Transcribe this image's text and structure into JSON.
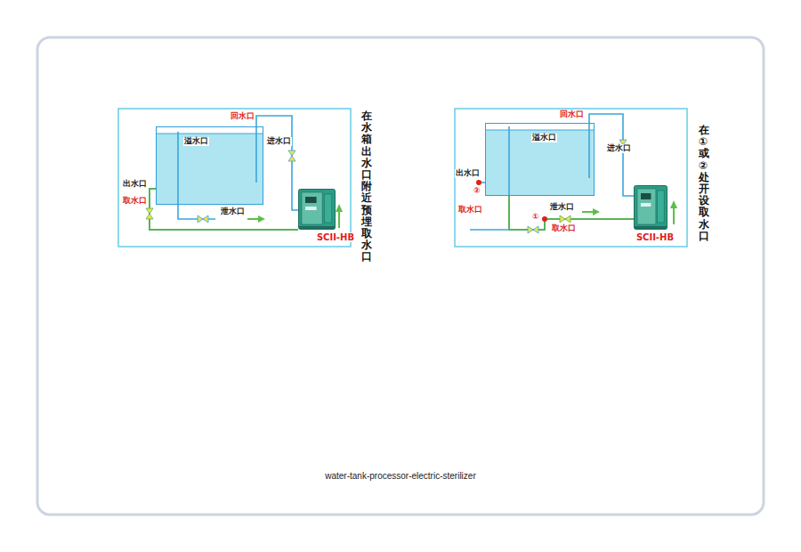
{
  "diagram": {
    "caption": "water-tank-processor-electric-sterilizer",
    "nodes": [
      {
        "text": [
          "溢水口"
        ]
      },
      {
        "text": [
          "SCII-HB"
        ]
      },
      {
        "text": [
          "溢水口"
        ]
      },
      {
        "text": [
          "SCII-HB"
        ]
      }
    ],
    "edges": [
      {
        "from": 0,
        "to": 1,
        "arrow": "none"
      },
      {
        "from": 1,
        "to": 0,
        "arrow": "none"
      },
      {
        "from": 2,
        "to": 3,
        "arrow": "none"
      },
      {
        "from": 3,
        "to": 2,
        "arrow": "none"
      }
    ],
    "labels": [
      "回水口",
      "进水口",
      "出水口",
      "取水口",
      "泄水口",
      "在水箱出水口附近预埋取水口",
      "回水口",
      "进水口",
      "出水口",
      "②",
      "取水口",
      "①",
      "泄水口",
      "取水口",
      "在①或②处开设取水口"
    ]
  }
}
